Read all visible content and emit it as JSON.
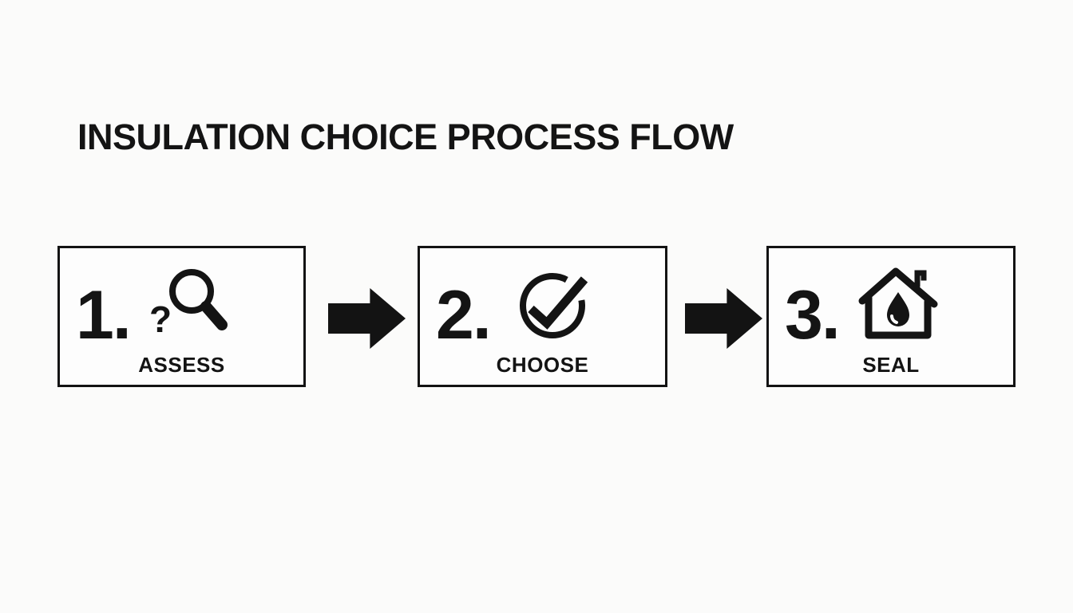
{
  "title": "INSULATION CHOICE PROCESS FLOW",
  "colors": {
    "background": "#fbfbfa",
    "ink": "#141414",
    "box_border": "#131313",
    "box_fill": "#fdfdfd"
  },
  "steps": [
    {
      "number": "1.",
      "label": "ASSESS",
      "icon": "magnifier-question-icon",
      "question_mark": "?"
    },
    {
      "number": "2.",
      "label": "CHOOSE",
      "icon": "check-circle-icon"
    },
    {
      "number": "3.",
      "label": "SEAL",
      "icon": "house-droplet-icon"
    }
  ],
  "connectors": [
    {
      "type": "arrow-right"
    },
    {
      "type": "arrow-right"
    }
  ]
}
